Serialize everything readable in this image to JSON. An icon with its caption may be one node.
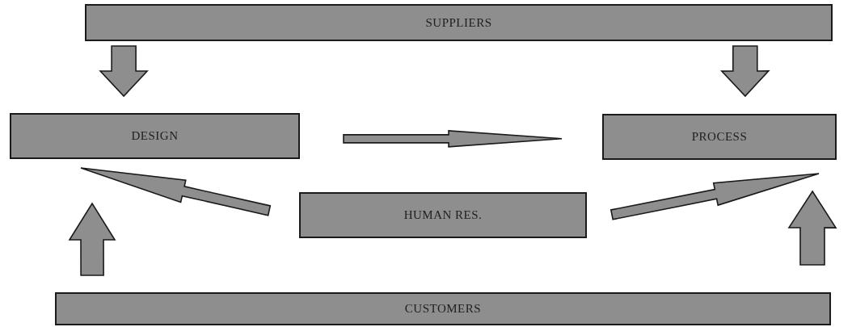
{
  "diagram": {
    "nodes": [
      {
        "text": [
          "SUPPLIERS"
        ]
      },
      {
        "text": [
          "DESIGN"
        ]
      },
      {
        "text": [
          "PROCESS"
        ]
      },
      {
        "text": [
          "HUMAN RES."
        ]
      },
      {
        "text": [
          "CUSTOMERS"
        ]
      }
    ],
    "edges": [
      {
        "from": 0,
        "to": 1,
        "arrow": "to"
      },
      {
        "from": 0,
        "to": 2,
        "arrow": "to"
      },
      {
        "from": 1,
        "to": 2,
        "arrow": "to"
      },
      {
        "from": 3,
        "to": 1,
        "arrow": "to"
      },
      {
        "from": 3,
        "to": 2,
        "arrow": "to"
      },
      {
        "from": 4,
        "to": 1,
        "arrow": "to"
      },
      {
        "from": 4,
        "to": 2,
        "arrow": "to"
      }
    ]
  }
}
